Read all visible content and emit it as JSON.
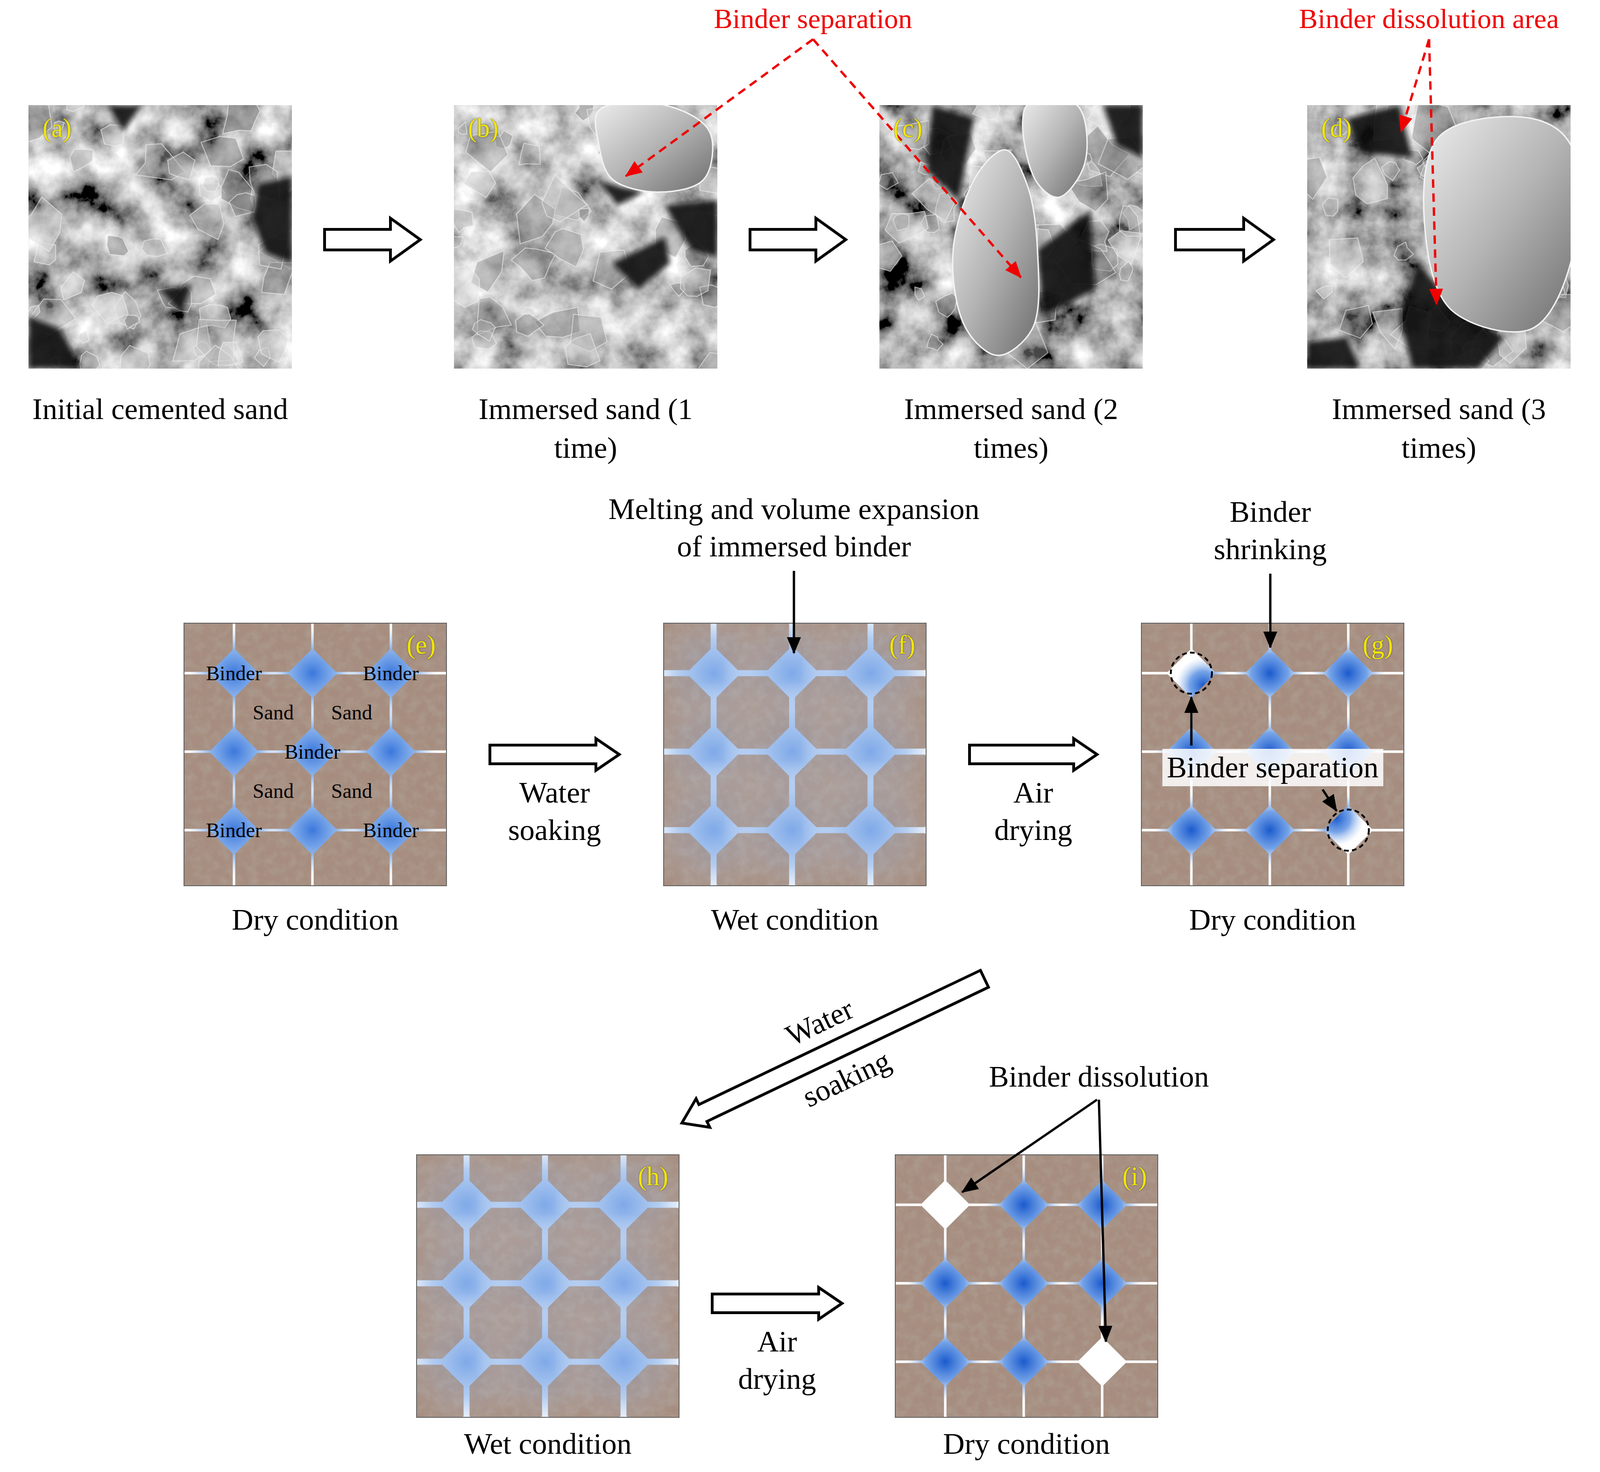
{
  "diagram": {
    "nodes": [
      {
        "text": [
          "(a)",
          "Initial cemented sand"
        ]
      },
      {
        "text": [
          "(b)",
          "Immersed sand (1 time)"
        ]
      },
      {
        "text": [
          "(c)",
          "Immersed sand (2 times)"
        ]
      },
      {
        "text": [
          "(d)",
          "Immersed sand (3 times)"
        ]
      },
      {
        "text": [
          "(e)",
          "Dry condition"
        ]
      },
      {
        "text": [
          "(f)",
          "Wet condition"
        ]
      },
      {
        "text": [
          "(g)",
          "Dry condition"
        ]
      },
      {
        "text": [
          "(h)",
          "Wet condition"
        ]
      },
      {
        "text": [
          "(i)",
          "Dry condition"
        ]
      }
    ],
    "edges": [
      {
        "from": 0,
        "to": 1,
        "arrow": "to"
      },
      {
        "from": 1,
        "to": 2,
        "arrow": "to"
      },
      {
        "from": 2,
        "to": 3,
        "arrow": "to"
      },
      {
        "from": 4,
        "to": 5,
        "label": "Water soaking",
        "arrow": "to"
      },
      {
        "from": 5,
        "to": 6,
        "label": "Air drying",
        "arrow": "to"
      },
      {
        "from": 6,
        "to": 7,
        "label": "Water soaking",
        "arrow": "to"
      },
      {
        "from": 7,
        "to": 8,
        "label": "Air drying",
        "arrow": "to"
      }
    ],
    "labels": [
      "Binder separation",
      "Binder dissolution area",
      "Binder",
      "Binder",
      "Sand",
      "Sand",
      "Binder",
      "Sand",
      "Sand",
      "Binder",
      "Binder",
      "Melting and volume expansion of immersed binder",
      "Binder shrinking",
      "Binder separation",
      "Binder dissolution"
    ]
  }
}
